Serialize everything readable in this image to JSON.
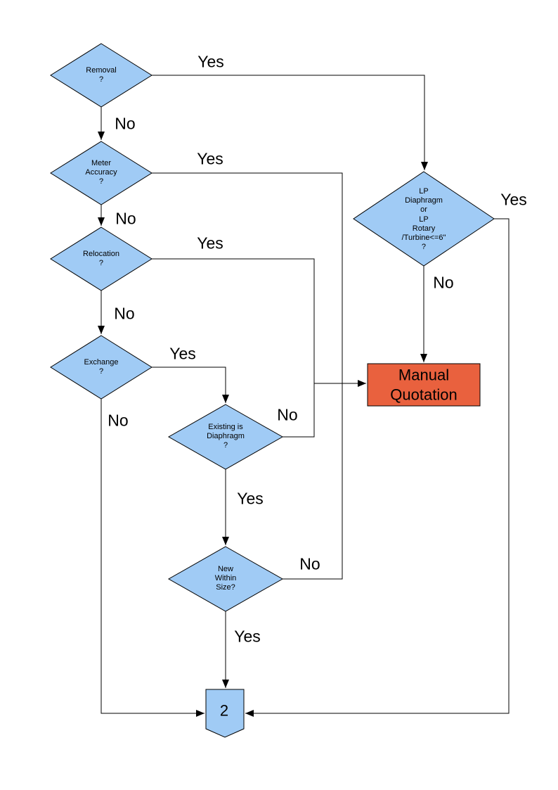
{
  "diagram_type": "flowchart",
  "colors": {
    "node_fill": "#A0CBF5",
    "node_stroke": "#000000",
    "manual_fill": "#E9613E",
    "line_color": "#000000",
    "text_color": "#000000",
    "background": "#FFFFFF"
  },
  "nodes": {
    "removal": {
      "type": "decision",
      "label": "Removal\n?"
    },
    "meter_accuracy": {
      "type": "decision",
      "label": "Meter\nAccuracy\n?"
    },
    "relocation": {
      "type": "decision",
      "label": "Relocation\n?"
    },
    "exchange": {
      "type": "decision",
      "label": "Exchange\n?"
    },
    "existing_diaphragm": {
      "type": "decision",
      "label": "Existing is\nDiaphragm\n?"
    },
    "new_within_size": {
      "type": "decision",
      "label": "New\nWithin\nSize?"
    },
    "lp_meter": {
      "type": "decision",
      "label": "LP\nDiaphragm\nor\nLP\nRotary\n/Turbine<=6\"\n?"
    },
    "manual_quotation": {
      "type": "process",
      "label": "Manual\nQuotation"
    },
    "connector_2": {
      "type": "off-page-connector",
      "label": "2"
    }
  },
  "edge_labels": {
    "removal_yes": "Yes",
    "removal_no": "No",
    "meter_yes": "Yes",
    "meter_no": "No",
    "relocation_yes": "Yes",
    "relocation_no": "No",
    "exchange_yes": "Yes",
    "exchange_no": "No",
    "existing_no": "No",
    "existing_yes": "Yes",
    "new_no": "No",
    "new_yes": "Yes",
    "lp_yes": "Yes",
    "lp_no": "No"
  },
  "edges": [
    {
      "from": "removal",
      "label": "Yes",
      "to": "lp_meter"
    },
    {
      "from": "removal",
      "label": "No",
      "to": "meter_accuracy"
    },
    {
      "from": "meter_accuracy",
      "label": "Yes",
      "to": "manual_quotation"
    },
    {
      "from": "meter_accuracy",
      "label": "No",
      "to": "relocation"
    },
    {
      "from": "relocation",
      "label": "Yes",
      "to": "manual_quotation"
    },
    {
      "from": "relocation",
      "label": "No",
      "to": "exchange"
    },
    {
      "from": "exchange",
      "label": "Yes",
      "to": "existing_diaphragm"
    },
    {
      "from": "exchange",
      "label": "No",
      "to": "connector_2"
    },
    {
      "from": "existing_diaphragm",
      "label": "No",
      "to": "manual_quotation"
    },
    {
      "from": "existing_diaphragm",
      "label": "Yes",
      "to": "new_within_size"
    },
    {
      "from": "new_within_size",
      "label": "No",
      "to": "manual_quotation"
    },
    {
      "from": "new_within_size",
      "label": "Yes",
      "to": "connector_2"
    },
    {
      "from": "lp_meter",
      "label": "Yes",
      "to": "connector_2"
    },
    {
      "from": "lp_meter",
      "label": "No",
      "to": "manual_quotation"
    }
  ]
}
